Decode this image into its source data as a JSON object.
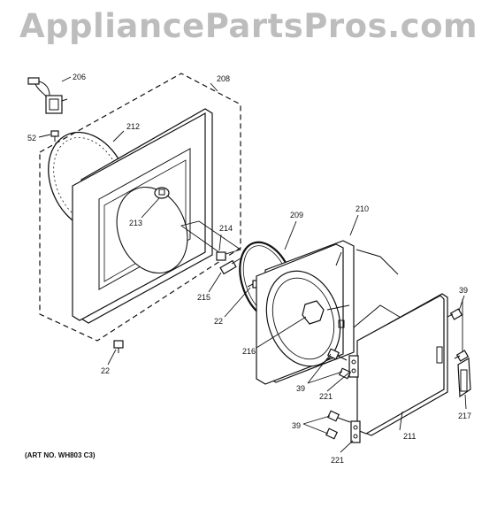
{
  "watermark": "AppliancePartsPros.com",
  "art_number": "(ART NO. WH803 C3)",
  "callouts": {
    "c206": "206",
    "c208": "208",
    "c212": "212",
    "c52": "52",
    "c213": "213",
    "c214": "214",
    "c215": "215",
    "c22a": "22",
    "c22b": "22",
    "c209": "209",
    "c210": "210",
    "c216": "216",
    "c39a": "39",
    "c39b": "39",
    "c39c": "39",
    "c221a": "221",
    "c221b": "221",
    "c211": "211",
    "c217": "217"
  }
}
